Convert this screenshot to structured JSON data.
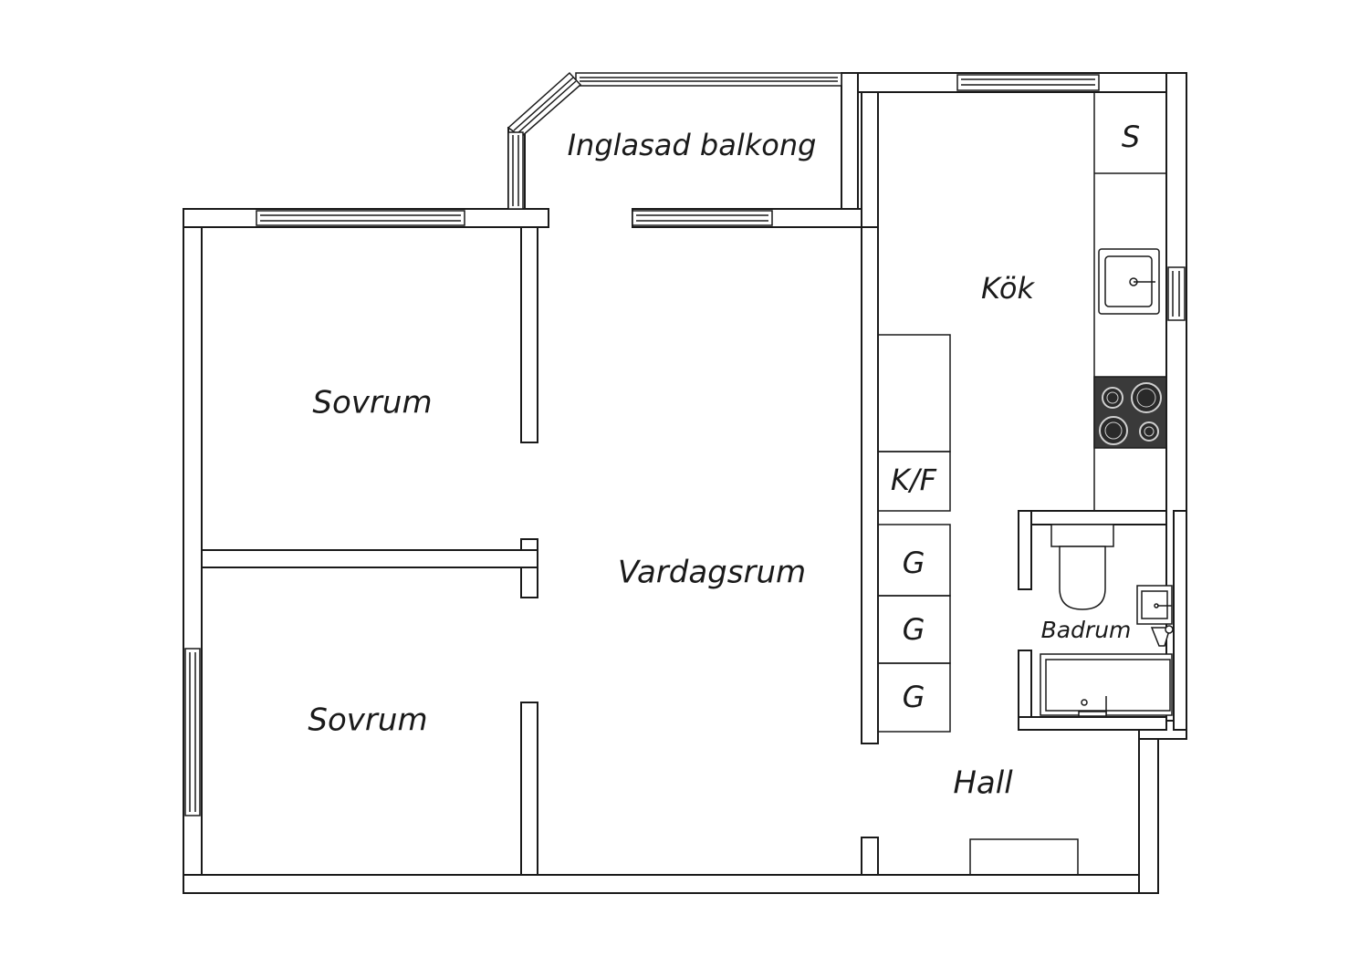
{
  "rooms": {
    "balcony": "Inglasad balkong",
    "kitchen": "Kök",
    "storage": "S",
    "fridge_freezer": "K/F",
    "bedroom_top": "Sovrum",
    "bedroom_bottom": "Sovrum",
    "living_room": "Vardagsrum",
    "wardrobe_1": "G",
    "wardrobe_2": "G",
    "wardrobe_3": "G",
    "bathroom": "Badrum",
    "hall": "Hall"
  },
  "colors": {
    "line": "#1a1a1a",
    "background": "#ffffff",
    "stove": "#3a3a3a"
  },
  "icons": [
    "sink-icon",
    "stove-icon",
    "toilet-icon",
    "washbasin-icon",
    "bathtub-icon"
  ]
}
